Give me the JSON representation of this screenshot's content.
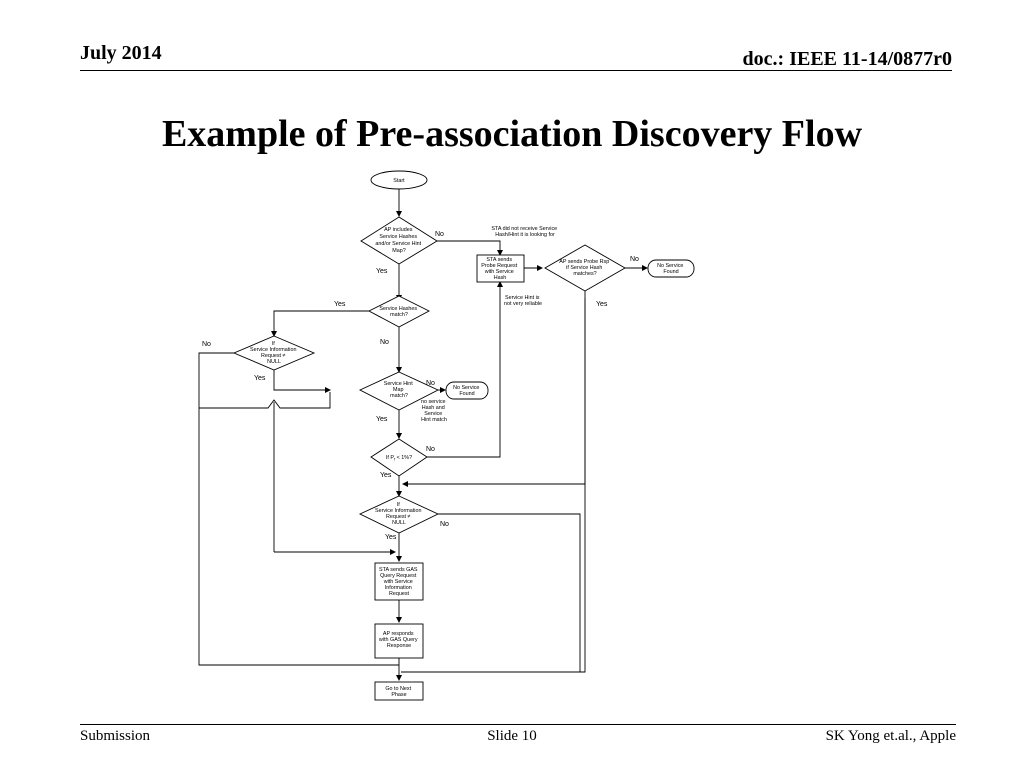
{
  "header": {
    "date": "July 2014",
    "doc": "doc.: IEEE 11-14/0877r0"
  },
  "title": "Example of Pre-association Discovery Flow",
  "footer": {
    "left": "Submission",
    "center": "Slide 10",
    "right": "SK Yong et.al., Apple"
  },
  "flow": {
    "start": "Start",
    "d1": [
      "AP includes",
      "Service Hashes",
      "and/or Service Hint",
      "Map?"
    ],
    "d2": [
      "Service Hashes",
      "match?"
    ],
    "d3": [
      "If",
      "Service Information",
      "Request ≠",
      "NULL"
    ],
    "d4": [
      "Service Hint",
      "Map",
      "match?"
    ],
    "d5_pre": "If P",
    "d5_sub": "f",
    "d5_post": " < 1%?",
    "d6": [
      "If",
      "Service Information",
      "Request ≠",
      "NULL"
    ],
    "d7": [
      "AP sends Probe Rsp",
      "if Service Hash",
      "matches?"
    ],
    "b_probe": [
      "STA sends",
      "Probe Request",
      "with Service",
      "Hash"
    ],
    "b_gas": [
      "STA sends GAS",
      "Query Request",
      "with Service",
      "Information",
      "Request"
    ],
    "b_resp": [
      "AP responds",
      "with GAS Query",
      "Response"
    ],
    "b_next": [
      "Go to Next",
      "Phase"
    ],
    "t_nsf1": [
      "No Service",
      "Found"
    ],
    "t_nsf2": [
      "No Service",
      "Found"
    ],
    "note_hint_top": [
      "STA did not receive Service",
      "Hash/Hint it is looking for"
    ],
    "note_hint_reliable": [
      "Service Hint is",
      "not very reliable"
    ],
    "note_nomatch": [
      "no service",
      "Hash and",
      "Service",
      "Hint match"
    ],
    "yes": "Yes",
    "no": "No"
  }
}
